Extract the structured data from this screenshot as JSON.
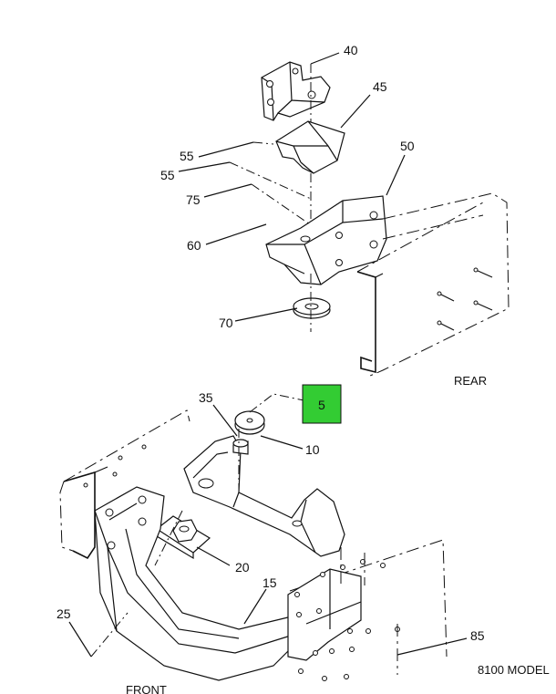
{
  "labels": {
    "p40": "40",
    "p45": "45",
    "p55a": "55",
    "p55b": "55",
    "p50": "50",
    "p75": "75",
    "p60": "60",
    "p70": "70",
    "p35": "35",
    "p5": "5",
    "p10": "10",
    "p20": "20",
    "p15": "15",
    "p25": "25",
    "p85": "85"
  },
  "captions": {
    "rear": "REAR",
    "front": "FRONT",
    "model": "8100 MODEL"
  },
  "colors": {
    "highlight": "#33cc33",
    "line": "#111111"
  }
}
